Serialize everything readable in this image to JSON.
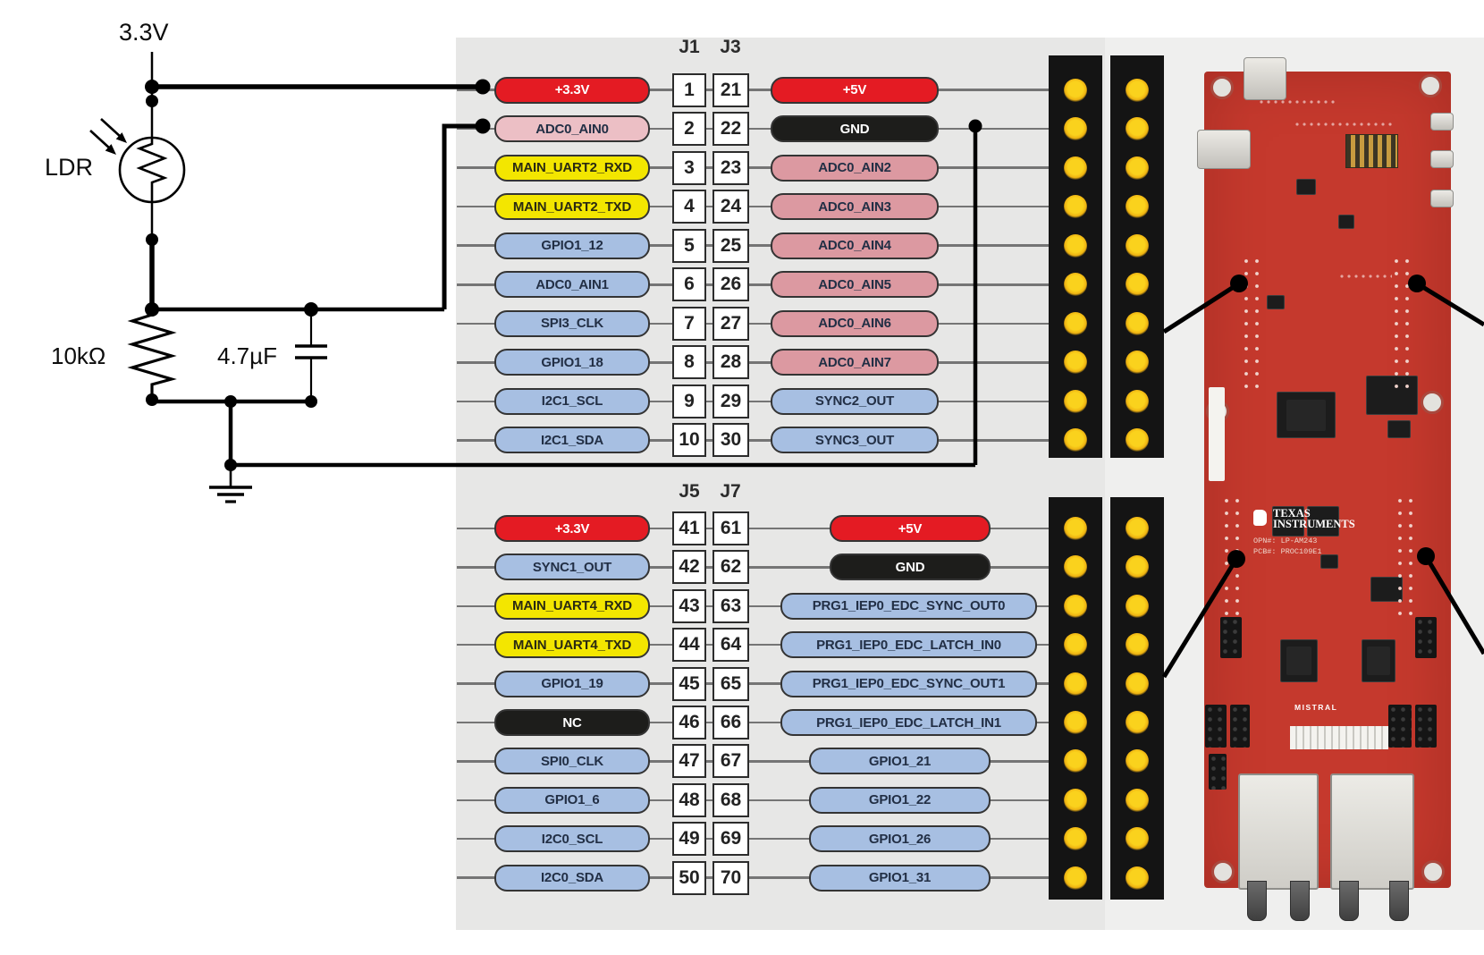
{
  "circuit": {
    "supply_label": "3.3V",
    "ldr_label": "LDR",
    "resistor_label": "10kΩ",
    "capacitor_label": "4.7µF"
  },
  "pinout": {
    "tables": [
      {
        "left_header": "J1",
        "right_header": "J3",
        "rows": [
          {
            "left": {
              "label": "+3.3V",
              "type": "power"
            },
            "pin_left": "1",
            "pin_right": "21",
            "right": {
              "label": "+5V",
              "type": "power",
              "size": "std"
            }
          },
          {
            "left": {
              "label": "ADC0_AIN0",
              "type": "adc_light"
            },
            "pin_left": "2",
            "pin_right": "22",
            "right": {
              "label": "GND",
              "type": "ground",
              "size": "std"
            }
          },
          {
            "left": {
              "label": "MAIN_UART2_RXD",
              "type": "uart"
            },
            "pin_left": "3",
            "pin_right": "23",
            "right": {
              "label": "ADC0_AIN2",
              "type": "adc",
              "size": "std"
            }
          },
          {
            "left": {
              "label": "MAIN_UART2_TXD",
              "type": "uart"
            },
            "pin_left": "4",
            "pin_right": "24",
            "right": {
              "label": "ADC0_AIN3",
              "type": "adc",
              "size": "std"
            }
          },
          {
            "left": {
              "label": "GPIO1_12",
              "type": "gpio"
            },
            "pin_left": "5",
            "pin_right": "25",
            "right": {
              "label": "ADC0_AIN4",
              "type": "adc",
              "size": "std"
            }
          },
          {
            "left": {
              "label": "ADC0_AIN1",
              "type": "gpio"
            },
            "pin_left": "6",
            "pin_right": "26",
            "right": {
              "label": "ADC0_AIN5",
              "type": "adc",
              "size": "std"
            }
          },
          {
            "left": {
              "label": "SPI3_CLK",
              "type": "gpio"
            },
            "pin_left": "7",
            "pin_right": "27",
            "right": {
              "label": "ADC0_AIN6",
              "type": "adc",
              "size": "std"
            }
          },
          {
            "left": {
              "label": "GPIO1_18",
              "type": "gpio"
            },
            "pin_left": "8",
            "pin_right": "28",
            "right": {
              "label": "ADC0_AIN7",
              "type": "adc",
              "size": "std"
            }
          },
          {
            "left": {
              "label": "I2C1_SCL",
              "type": "gpio"
            },
            "pin_left": "9",
            "pin_right": "29",
            "right": {
              "label": "SYNC2_OUT",
              "type": "gpio",
              "size": "std"
            }
          },
          {
            "left": {
              "label": "I2C1_SDA",
              "type": "gpio"
            },
            "pin_left": "10",
            "pin_right": "30",
            "right": {
              "label": "SYNC3_OUT",
              "type": "gpio",
              "size": "std"
            }
          }
        ]
      },
      {
        "left_header": "J5",
        "right_header": "J7",
        "rows": [
          {
            "left": {
              "label": "+3.3V",
              "type": "power"
            },
            "pin_left": "41",
            "pin_right": "61",
            "right": {
              "label": "+5V",
              "type": "power",
              "size": "mid"
            }
          },
          {
            "left": {
              "label": "SYNC1_OUT",
              "type": "gpio"
            },
            "pin_left": "42",
            "pin_right": "62",
            "right": {
              "label": "GND",
              "type": "ground",
              "size": "mid"
            }
          },
          {
            "left": {
              "label": "MAIN_UART4_RXD",
              "type": "uart"
            },
            "pin_left": "43",
            "pin_right": "63",
            "right": {
              "label": "PRG1_IEP0_EDC_SYNC_OUT0",
              "type": "gpio",
              "size": "long"
            }
          },
          {
            "left": {
              "label": "MAIN_UART4_TXD",
              "type": "uart"
            },
            "pin_left": "44",
            "pin_right": "64",
            "right": {
              "label": "PRG1_IEP0_EDC_LATCH_IN0",
              "type": "gpio",
              "size": "long"
            }
          },
          {
            "left": {
              "label": "GPIO1_19",
              "type": "gpio"
            },
            "pin_left": "45",
            "pin_right": "65",
            "right": {
              "label": "PRG1_IEP0_EDC_SYNC_OUT1",
              "type": "gpio",
              "size": "long"
            }
          },
          {
            "left": {
              "label": "NC",
              "type": "ground"
            },
            "pin_left": "46",
            "pin_right": "66",
            "right": {
              "label": "PRG1_IEP0_EDC_LATCH_IN1",
              "type": "gpio",
              "size": "long"
            }
          },
          {
            "left": {
              "label": "SPI0_CLK",
              "type": "gpio"
            },
            "pin_left": "47",
            "pin_right": "67",
            "right": {
              "label": "GPIO1_21",
              "type": "gpio",
              "size": "short"
            }
          },
          {
            "left": {
              "label": "GPIO1_6",
              "type": "gpio"
            },
            "pin_left": "48",
            "pin_right": "68",
            "right": {
              "label": "GPIO1_22",
              "type": "gpio",
              "size": "short"
            }
          },
          {
            "left": {
              "label": "I2C0_SCL",
              "type": "gpio"
            },
            "pin_left": "49",
            "pin_right": "69",
            "right": {
              "label": "GPIO1_26",
              "type": "gpio",
              "size": "short"
            }
          },
          {
            "left": {
              "label": "I2C0_SDA",
              "type": "gpio"
            },
            "pin_left": "50",
            "pin_right": "70",
            "right": {
              "label": "GPIO1_31",
              "type": "gpio",
              "size": "short"
            }
          }
        ]
      }
    ]
  },
  "board": {
    "brand": "TEXAS INSTRUMENTS",
    "opn": "OPN#: LP-AM243",
    "pcb": "PCB#: PROC109E1",
    "mistral": "MISTRAL"
  },
  "colors": {
    "power": [
      "#e41b23",
      "#ffffff"
    ],
    "ground": [
      "#1d1d1b",
      "#ffffff"
    ],
    "adc": [
      "#dc99a1",
      "#222f45"
    ],
    "adc_light": [
      "#ecbfc5",
      "#222f45"
    ],
    "uart": [
      "#f3e600",
      "#2a2a12"
    ],
    "gpio": [
      "#a7bfe2",
      "#222f45"
    ],
    "pcb_red": "#c5392d",
    "pin_dot_yellow": "#f1c112",
    "panel_gray": "#e7e7e6"
  }
}
